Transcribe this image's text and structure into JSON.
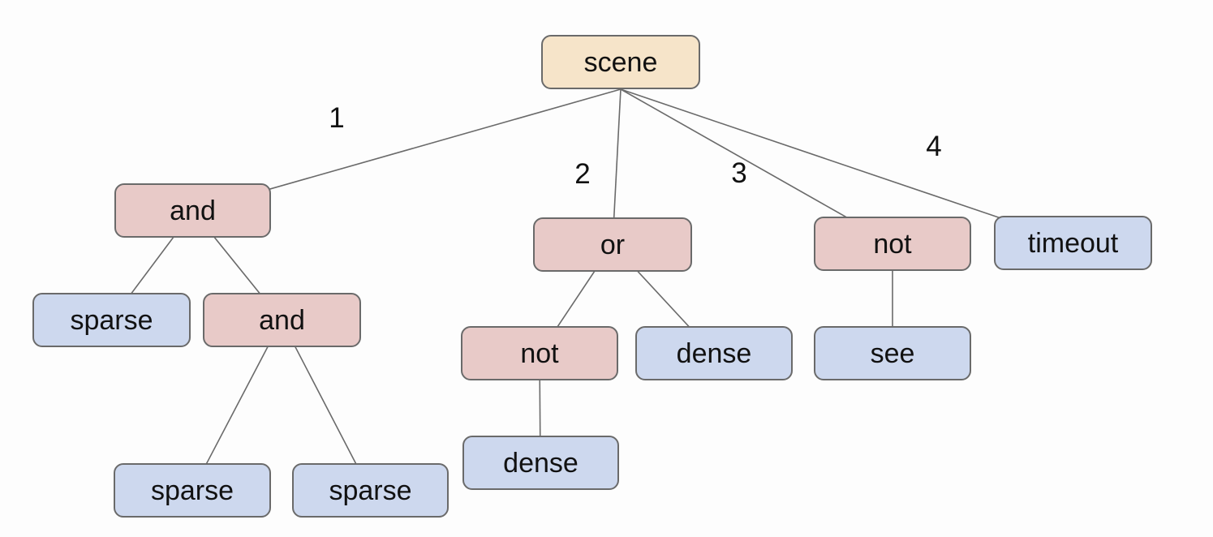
{
  "diagram": {
    "type": "tree",
    "description": "behavior-tree style diagram of a scene expression",
    "colors": {
      "root_fill": "#f6e4c9",
      "operator_fill": "#e8cac8",
      "leaf_fill": "#cdd8ee",
      "border": "#6a6a6a",
      "edge": "#6a6a6a",
      "background": "#fdfdfd",
      "text": "#111111"
    },
    "nodes": [
      {
        "id": "scene",
        "label": "scene",
        "kind": "root"
      },
      {
        "id": "and1",
        "label": "and",
        "kind": "operator"
      },
      {
        "id": "or1",
        "label": "or",
        "kind": "operator"
      },
      {
        "id": "not1",
        "label": "not",
        "kind": "operator"
      },
      {
        "id": "timeout1",
        "label": "timeout",
        "kind": "leaf"
      },
      {
        "id": "sparse1",
        "label": "sparse",
        "kind": "leaf"
      },
      {
        "id": "and2",
        "label": "and",
        "kind": "operator"
      },
      {
        "id": "not2",
        "label": "not",
        "kind": "operator"
      },
      {
        "id": "dense1",
        "label": "dense",
        "kind": "leaf"
      },
      {
        "id": "see1",
        "label": "see",
        "kind": "leaf"
      },
      {
        "id": "dense2",
        "label": "dense",
        "kind": "leaf"
      },
      {
        "id": "sparse2",
        "label": "sparse",
        "kind": "leaf"
      },
      {
        "id": "sparse3",
        "label": "sparse",
        "kind": "leaf"
      }
    ],
    "edges": [
      {
        "from": "scene",
        "to": "and1",
        "label": "1"
      },
      {
        "from": "scene",
        "to": "or1",
        "label": "2"
      },
      {
        "from": "scene",
        "to": "not1",
        "label": "3"
      },
      {
        "from": "scene",
        "to": "timeout1",
        "label": "4"
      },
      {
        "from": "and1",
        "to": "sparse1",
        "label": ""
      },
      {
        "from": "and1",
        "to": "and2",
        "label": ""
      },
      {
        "from": "and2",
        "to": "sparse2",
        "label": ""
      },
      {
        "from": "and2",
        "to": "sparse3",
        "label": ""
      },
      {
        "from": "or1",
        "to": "not2",
        "label": ""
      },
      {
        "from": "or1",
        "to": "dense1",
        "label": ""
      },
      {
        "from": "not2",
        "to": "dense2",
        "label": ""
      },
      {
        "from": "not1",
        "to": "see1",
        "label": ""
      }
    ]
  }
}
